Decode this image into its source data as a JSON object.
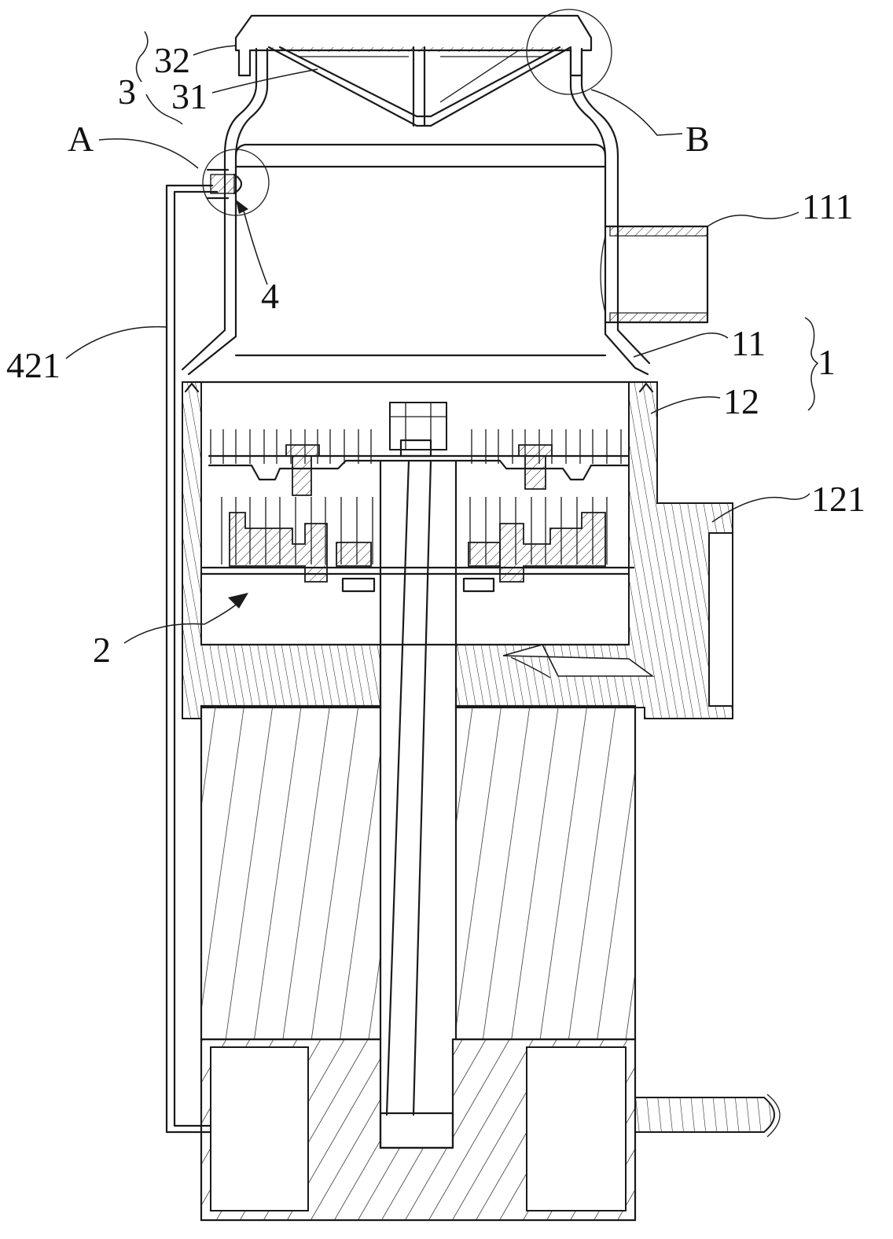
{
  "labels": {
    "l32": "32",
    "l31": "31",
    "l3": "3",
    "lA": "A",
    "lB": "B",
    "l111": "111",
    "l4": "4",
    "l421": "421",
    "l11": "11",
    "l1": "1",
    "l12": "12",
    "l121": "121",
    "l2": "2"
  }
}
